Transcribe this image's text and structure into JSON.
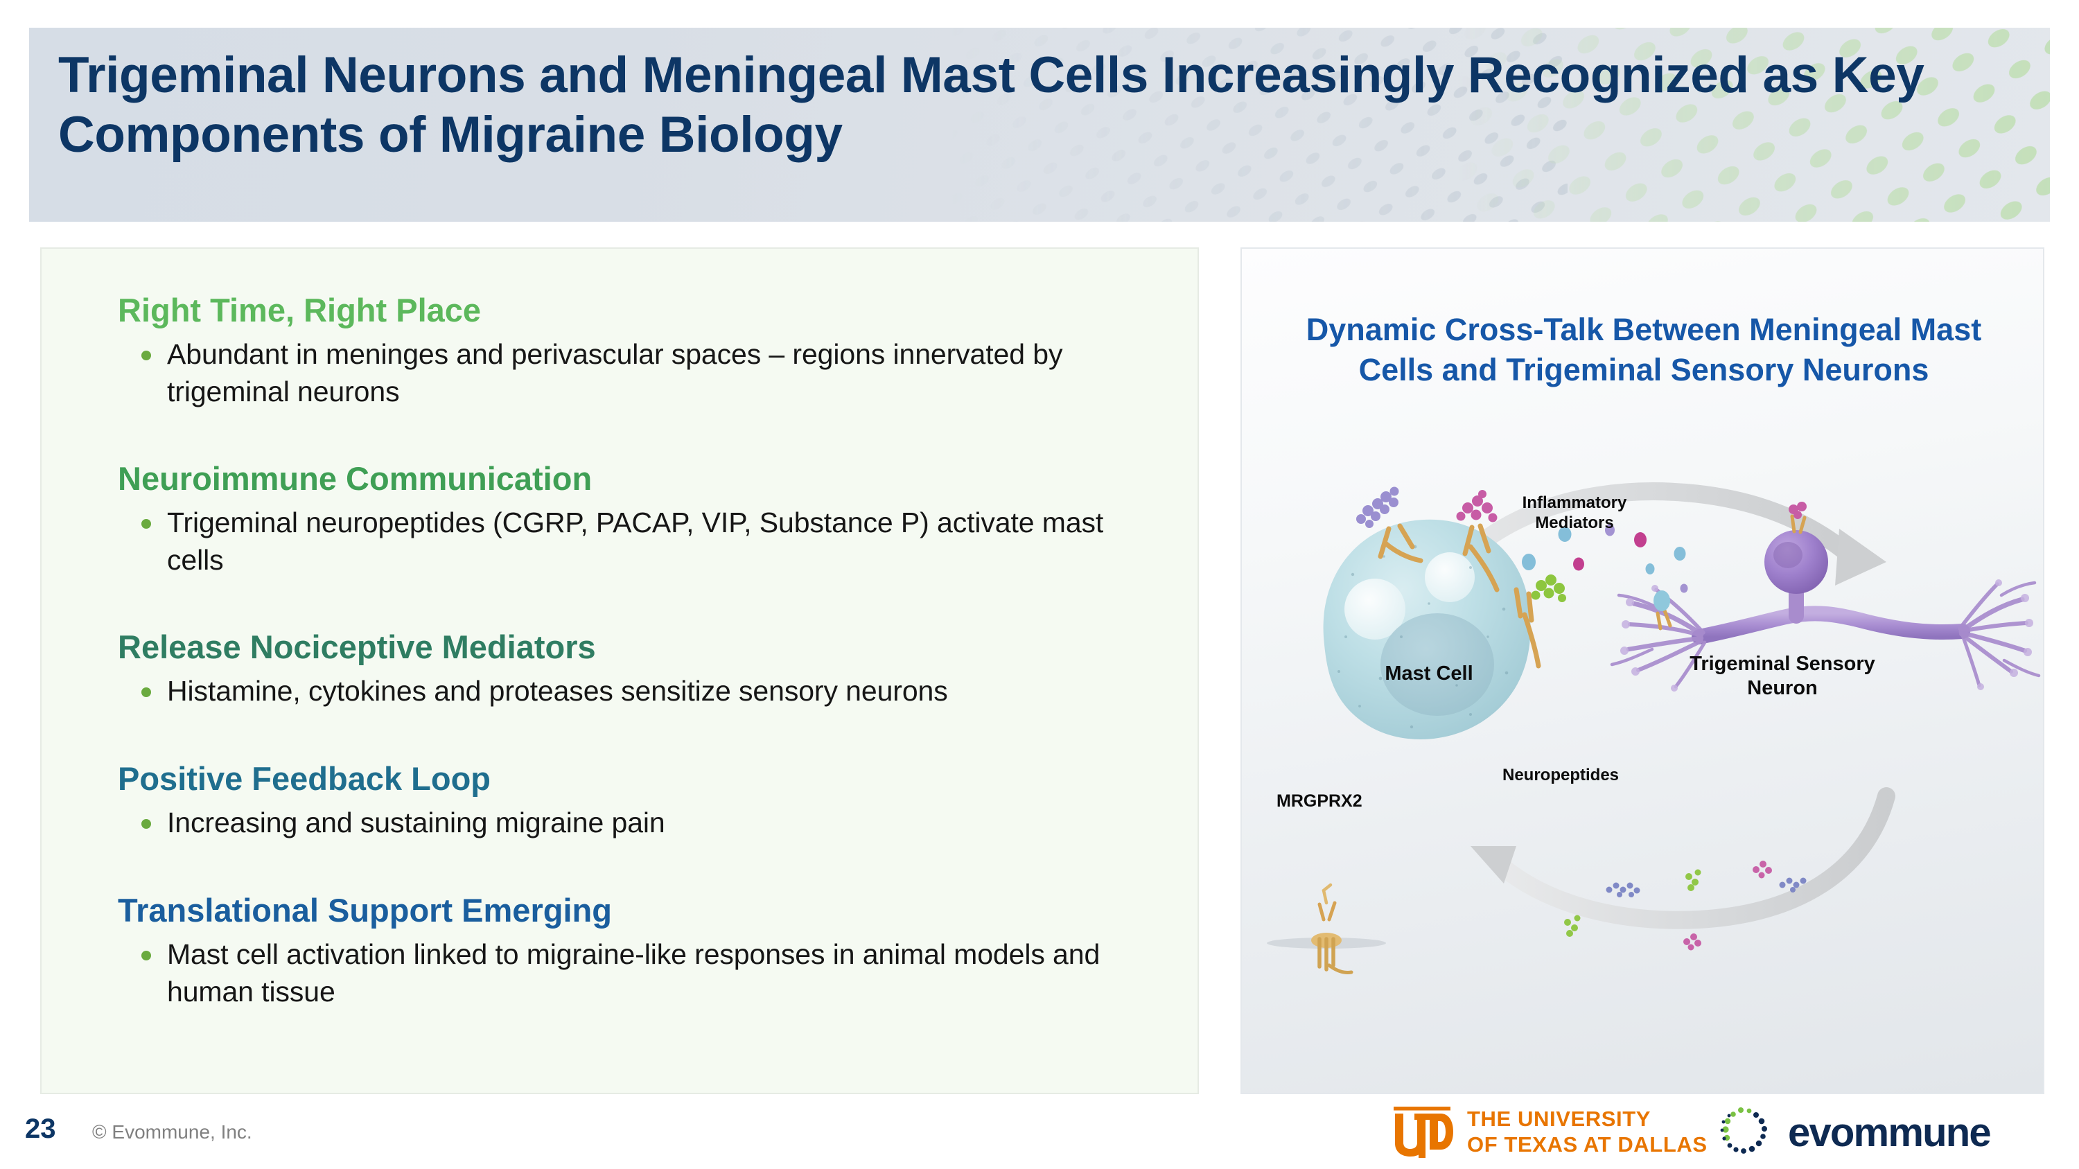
{
  "slide": {
    "title": "Trigeminal Neurons and Meningeal Mast Cells Increasingly Recognized as Key Components of Migraine Biology",
    "title_color": "#0d3665",
    "banner_bg": "#d8dee6",
    "banner_accent_green": "#c3dfb8",
    "banner_accent_grey": "#c7d0d9"
  },
  "left_panel": {
    "background": "#f5faf2",
    "sections": [
      {
        "heading": "Right Time, Right Place",
        "heading_color": "#5cb85c",
        "bullets": [
          "Abundant in meninges and perivascular spaces – regions innervated by trigeminal neurons"
        ]
      },
      {
        "heading": "Neuroimmune Communication",
        "heading_color": "#3f9f55",
        "bullets": [
          "Trigeminal neuropeptides (CGRP, PACAP, VIP, Substance P) activate mast cells"
        ]
      },
      {
        "heading": "Release Nociceptive Mediators",
        "heading_color": "#2f7d62",
        "bullets": [
          "Histamine, cytokines and proteases sensitize sensory neurons"
        ]
      },
      {
        "heading": "Positive Feedback Loop",
        "heading_color": "#1f6e8e",
        "bullets": [
          "Increasing and sustaining migraine pain"
        ]
      },
      {
        "heading": "Translational Support Emerging",
        "heading_color": "#1a5e9e",
        "bullets": [
          "Mast cell activation linked to migraine-like responses in animal models and human tissue"
        ]
      }
    ],
    "bullet_marker_color": "#6aaa3f"
  },
  "right_panel": {
    "title": "Dynamic Cross-Talk Between Meningeal Mast Cells and Trigeminal Sensory Neurons",
    "title_color": "#1657a8",
    "labels": {
      "inflammatory_mediators": "Inflammatory\nMediators",
      "inflammatory_mediators_line1": "Inflammatory",
      "inflammatory_mediators_line2": "Mediators",
      "mast_cell": "Mast Cell",
      "trigeminal_line1": "Trigeminal Sensory",
      "trigeminal_line2": "Neuron",
      "neuropeptides": "Neuropeptides",
      "mrgprx2": "MRGPRX2"
    },
    "colors": {
      "mast_cell_body": "#b9d9e0",
      "neuron_body": "#9b7fc9",
      "arrow_grey": "#d4d6d8",
      "receptor_gold": "#d6a353",
      "ligand_purple": "#9a8fd0",
      "ligand_magenta": "#c75ca5",
      "ligand_green": "#8dc63f",
      "mediator_blue": "#7fbcd8",
      "mediator_magenta": "#c0368a"
    }
  },
  "footer": {
    "page_number": "23",
    "copyright": "© Evommune, Inc.",
    "utd_monogram": "UTD",
    "utd_line1": "THE UNIVERSITY",
    "utd_line2": "OF TEXAS AT DALLAS",
    "utd_color": "#e87500",
    "evommune_wordmark": "evommune",
    "evommune_color": "#0e2a52",
    "evommune_accent_green": "#7ac143"
  }
}
